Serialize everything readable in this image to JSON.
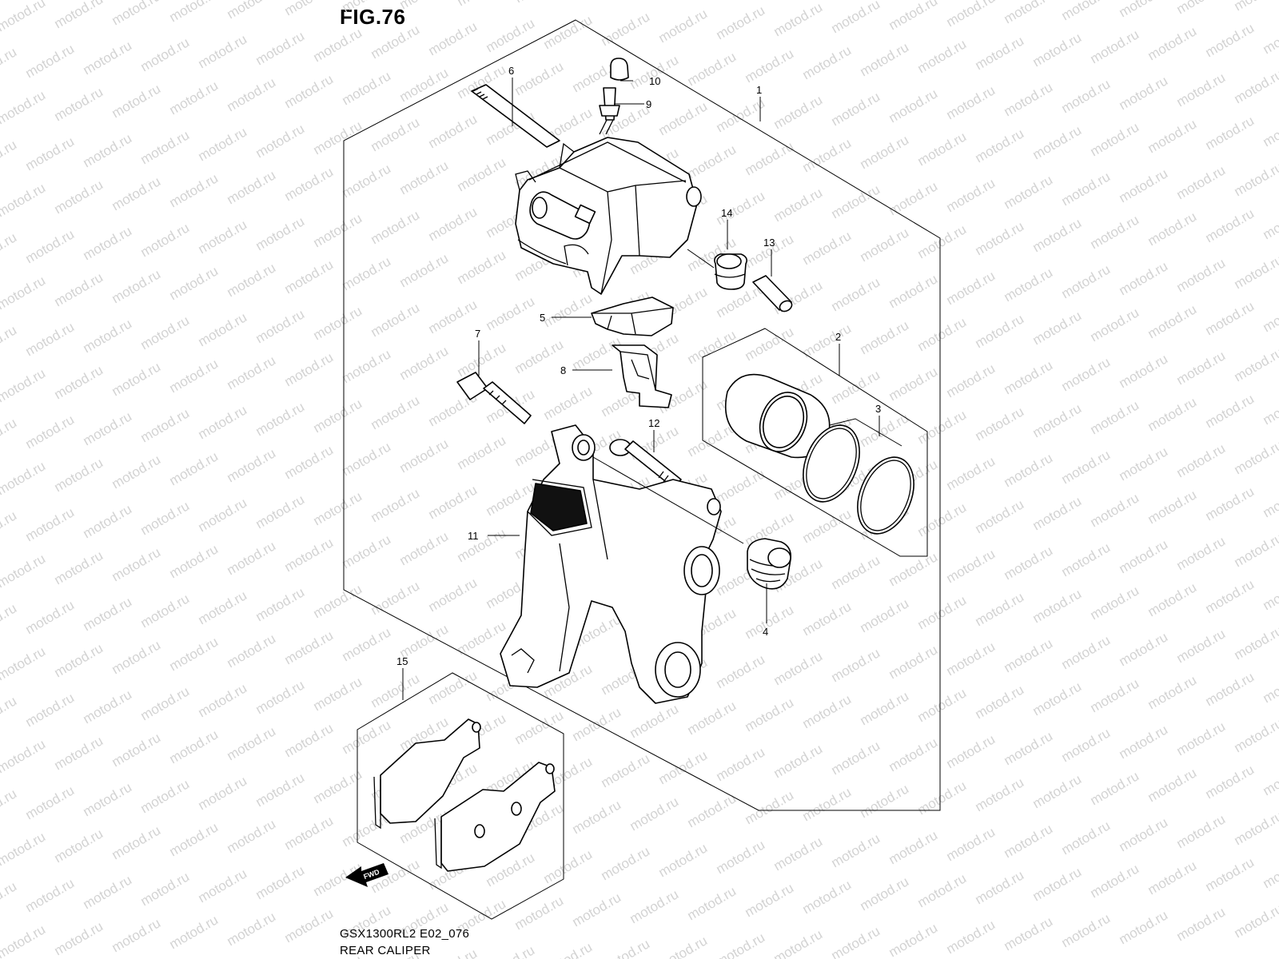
{
  "figure": {
    "title": "FIG.76"
  },
  "footer": {
    "model_code": "GSX1300RL2 E02_076",
    "section_name": "REAR CALIPER"
  },
  "watermark": {
    "text": "motod.ru",
    "color": "#d3d3d3"
  },
  "fwd_arrow": {
    "label": "FWD"
  },
  "callouts": [
    {
      "id": "1",
      "label": "1"
    },
    {
      "id": "2",
      "label": "2"
    },
    {
      "id": "3",
      "label": "3"
    },
    {
      "id": "4",
      "label": "4"
    },
    {
      "id": "5",
      "label": "5"
    },
    {
      "id": "6",
      "label": "6"
    },
    {
      "id": "7",
      "label": "7"
    },
    {
      "id": "8",
      "label": "8"
    },
    {
      "id": "9",
      "label": "9"
    },
    {
      "id": "10",
      "label": "10"
    },
    {
      "id": "11",
      "label": "11"
    },
    {
      "id": "12",
      "label": "12"
    },
    {
      "id": "13",
      "label": "13"
    },
    {
      "id": "14",
      "label": "14"
    },
    {
      "id": "15",
      "label": "15"
    }
  ]
}
